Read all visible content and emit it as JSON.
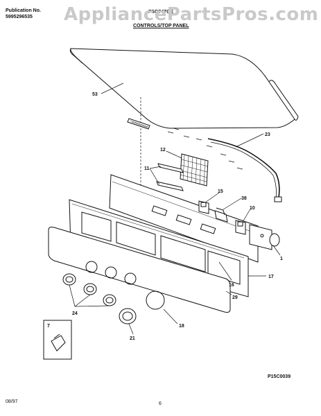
{
  "header": {
    "publication_label": "Publication No.",
    "publication_number": "5995296535",
    "model": "FSG747GE",
    "watermark": "AppliancePartsPros.com",
    "section_title": "CONTROLS/TOP PANEL"
  },
  "callouts": [
    {
      "id": "53",
      "text": "53"
    },
    {
      "id": "23",
      "text": "23"
    },
    {
      "id": "12",
      "text": "12"
    },
    {
      "id": "11",
      "text": "11"
    },
    {
      "id": "15",
      "text": "15"
    },
    {
      "id": "38",
      "text": "38"
    },
    {
      "id": "10",
      "text": "10"
    },
    {
      "id": "1",
      "text": "1"
    },
    {
      "id": "17",
      "text": "17"
    },
    {
      "id": "16",
      "text": "16"
    },
    {
      "id": "29",
      "text": "29"
    },
    {
      "id": "24",
      "text": "24"
    },
    {
      "id": "18",
      "text": "18"
    },
    {
      "id": "21",
      "text": "21"
    },
    {
      "id": "7",
      "text": "7"
    }
  ],
  "footer": {
    "figure_code": "P15C0039",
    "date": "08/97",
    "page": "6"
  }
}
